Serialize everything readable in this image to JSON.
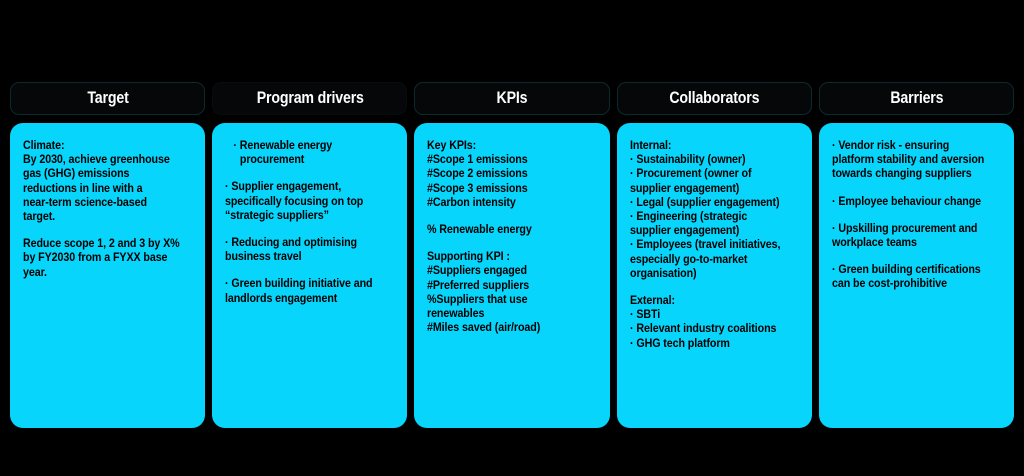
{
  "theme": {
    "background": "#000000",
    "card_fill": "#07d5fb",
    "header_fill": "#050708",
    "header_border": "#0b2a30",
    "header_text": "#ffffff",
    "body_text": "#000000"
  },
  "columns": [
    {
      "id": "target",
      "header": "Target",
      "header_border_visible": true,
      "blocks": [
        {
          "id": "climate",
          "lines": [
            {
              "text": "Climate:",
              "style": "heading"
            },
            {
              "text": "By 2030, achieve greenhouse",
              "style": "body"
            },
            {
              "text": "gas (GHG) emissions",
              "style": "body"
            },
            {
              "text": "reductions in line with a",
              "style": "body"
            },
            {
              "text": "near-term science-based",
              "style": "body"
            },
            {
              "text": "target.",
              "style": "body"
            }
          ]
        },
        {
          "id": "scope-reduction",
          "lines": [
            {
              "text": "Reduce scope 1, 2 and 3 by X%",
              "style": "body"
            },
            {
              "text": "by FY2030 from a FYXX base",
              "style": "body"
            },
            {
              "text": "year.",
              "style": "body"
            }
          ]
        }
      ]
    },
    {
      "id": "program-drivers",
      "header": "Program drivers",
      "header_border_visible": false,
      "blocks": [
        {
          "id": "renewable-energy",
          "lines": [
            {
              "text": "· Renewable energy",
              "style": "body",
              "indent": true
            },
            {
              "text": "procurement",
              "style": "body",
              "indent": true,
              "hang": true
            }
          ]
        },
        {
          "id": "supplier-engagement",
          "lines": [
            {
              "text": "· Supplier engagement,",
              "style": "body"
            },
            {
              "text": "specifically focusing on top",
              "style": "body"
            },
            {
              "text": "“strategic suppliers”",
              "style": "body"
            }
          ]
        },
        {
          "id": "business-travel",
          "lines": [
            {
              "text": "· Reducing and optimising",
              "style": "body"
            },
            {
              "text": "business travel",
              "style": "body"
            }
          ]
        },
        {
          "id": "green-building",
          "lines": [
            {
              "text": "· Green building initiative and",
              "style": "body"
            },
            {
              "text": "landlords engagement",
              "style": "body"
            }
          ]
        }
      ]
    },
    {
      "id": "kpis",
      "header": "KPIs",
      "header_border_visible": true,
      "blocks": [
        {
          "id": "key-kpis",
          "lines": [
            {
              "text": "Key KPIs:",
              "style": "heading"
            },
            {
              "text": "#Scope 1 emissions",
              "style": "body"
            },
            {
              "text": "#Scope 2 emissions",
              "style": "body"
            },
            {
              "text": "#Scope 3 emissions",
              "style": "body"
            },
            {
              "text": "#Carbon intensity",
              "style": "body"
            }
          ]
        },
        {
          "id": "renewable-energy-kpi",
          "lines": [
            {
              "text": "% Renewable energy",
              "style": "body"
            }
          ]
        },
        {
          "id": "supporting-kpi",
          "lines": [
            {
              "text": "Supporting KPI :",
              "style": "heading"
            },
            {
              "text": "#Suppliers engaged",
              "style": "body"
            },
            {
              "text": "#Preferred suppliers",
              "style": "body"
            },
            {
              "text": "%Suppliers that use renewables",
              "style": "body"
            },
            {
              "text": "#Miles saved (air/road)",
              "style": "body"
            }
          ]
        }
      ]
    },
    {
      "id": "collaborators",
      "header": "Collaborators",
      "header_border_visible": true,
      "blocks": [
        {
          "id": "internal",
          "lines": [
            {
              "text": "Internal:",
              "style": "heading"
            },
            {
              "text": "· Sustainability (owner)",
              "style": "body"
            },
            {
              "text": "· Procurement (owner of",
              "style": "body"
            },
            {
              "text": "supplier engagement)",
              "style": "body"
            },
            {
              "text": "· Legal (supplier engagement)",
              "style": "body"
            },
            {
              "text": "· Engineering (strategic",
              "style": "body"
            },
            {
              "text": "supplier engagement)",
              "style": "body"
            },
            {
              "text": "· Employees (travel initiatives,",
              "style": "body"
            },
            {
              "text": "especially go-to-market",
              "style": "body"
            },
            {
              "text": "organisation)",
              "style": "body"
            }
          ]
        },
        {
          "id": "external",
          "lines": [
            {
              "text": "External:",
              "style": "heading"
            },
            {
              "text": "· SBTi",
              "style": "body"
            },
            {
              "text": "· Relevant industry coalitions",
              "style": "body"
            },
            {
              "text": "· GHG tech platform",
              "style": "body"
            }
          ]
        }
      ]
    },
    {
      "id": "barriers",
      "header": "Barriers",
      "header_border_visible": true,
      "blocks": [
        {
          "id": "vendor-risk",
          "lines": [
            {
              "text": "· Vendor risk - ensuring",
              "style": "body"
            },
            {
              "text": "platform stability and aversion",
              "style": "body"
            },
            {
              "text": "towards changing suppliers",
              "style": "body"
            }
          ]
        },
        {
          "id": "employee-behaviour",
          "lines": [
            {
              "text": "· Employee behaviour change",
              "style": "body"
            }
          ]
        },
        {
          "id": "upskilling",
          "lines": [
            {
              "text": "· Upskilling procurement and",
              "style": "body"
            },
            {
              "text": "workplace teams",
              "style": "body"
            }
          ]
        },
        {
          "id": "green-certifications",
          "lines": [
            {
              "text": "· Green building certifications",
              "style": "body"
            },
            {
              "text": "can be cost-prohibitive",
              "style": "body"
            }
          ]
        }
      ]
    }
  ]
}
